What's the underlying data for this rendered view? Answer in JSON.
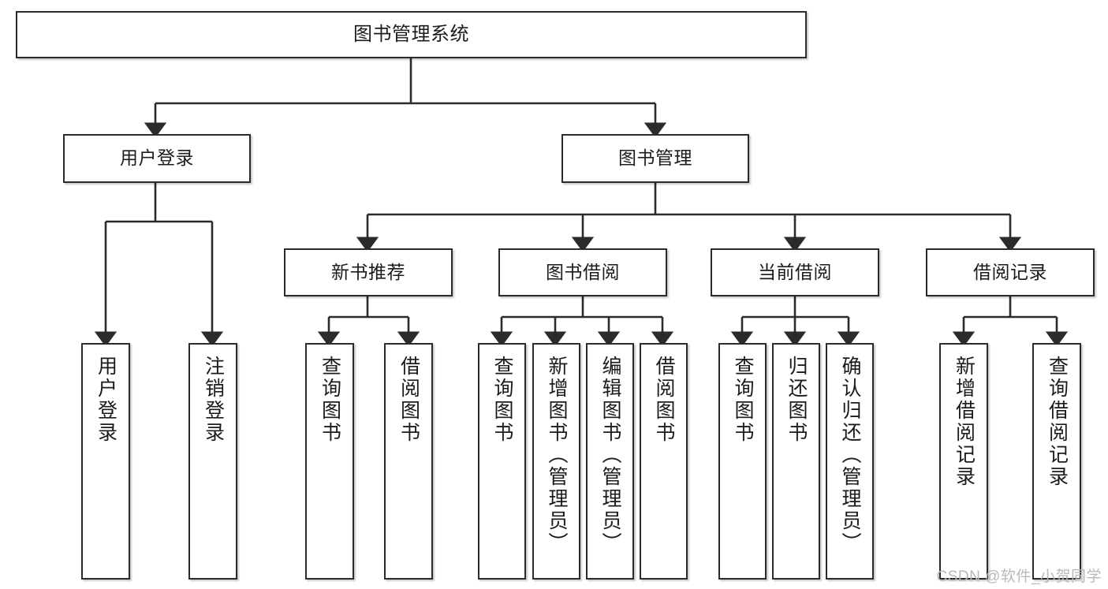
{
  "diagram": {
    "title": "图书管理系统",
    "type": "hierarchy-tree",
    "root": {
      "id": "root",
      "label": "图书管理系统"
    },
    "level2": [
      {
        "id": "user-login",
        "label": "用户登录"
      },
      {
        "id": "book-management",
        "label": "图书管理"
      }
    ],
    "level3": [
      {
        "id": "new-book-recommend",
        "label": "新书推荐",
        "parent": "book-management"
      },
      {
        "id": "book-borrow",
        "label": "图书借阅",
        "parent": "book-management"
      },
      {
        "id": "current-borrow",
        "label": "当前借阅",
        "parent": "book-management"
      },
      {
        "id": "borrow-record",
        "label": "借阅记录",
        "parent": "book-management"
      }
    ],
    "leaves": [
      {
        "id": "leaf-user-login",
        "label": "用户登录",
        "parent": "user-login"
      },
      {
        "id": "leaf-logout-login",
        "label": "注销登录",
        "parent": "user-login"
      },
      {
        "id": "leaf-query-book-1",
        "label": "查询图书",
        "parent": "new-book-recommend"
      },
      {
        "id": "leaf-borrow-book-1",
        "label": "借阅图书",
        "parent": "new-book-recommend"
      },
      {
        "id": "leaf-query-book-2",
        "label": "查询图书",
        "parent": "book-borrow"
      },
      {
        "id": "leaf-add-book",
        "label": "新增图书（管理员）",
        "parent": "book-borrow"
      },
      {
        "id": "leaf-edit-book",
        "label": "编辑图书（管理员）",
        "parent": "book-borrow"
      },
      {
        "id": "leaf-borrow-book-2",
        "label": "借阅图书",
        "parent": "book-borrow"
      },
      {
        "id": "leaf-query-book-3",
        "label": "查询图书",
        "parent": "current-borrow"
      },
      {
        "id": "leaf-return-book",
        "label": "归还图书",
        "parent": "current-borrow"
      },
      {
        "id": "leaf-confirm-return",
        "label": "确认归还（管理员）",
        "parent": "current-borrow"
      },
      {
        "id": "leaf-add-record",
        "label": "新增借阅记录",
        "parent": "borrow-record"
      },
      {
        "id": "leaf-query-record",
        "label": "查询借阅记录",
        "parent": "borrow-record"
      }
    ],
    "watermark": "CSDN @软件_小贺同学",
    "colors": {
      "stroke": "#2b2b2b",
      "fill": "#ffffff",
      "text": "#1b1b1b",
      "watermark": "#b9b9b9"
    }
  }
}
